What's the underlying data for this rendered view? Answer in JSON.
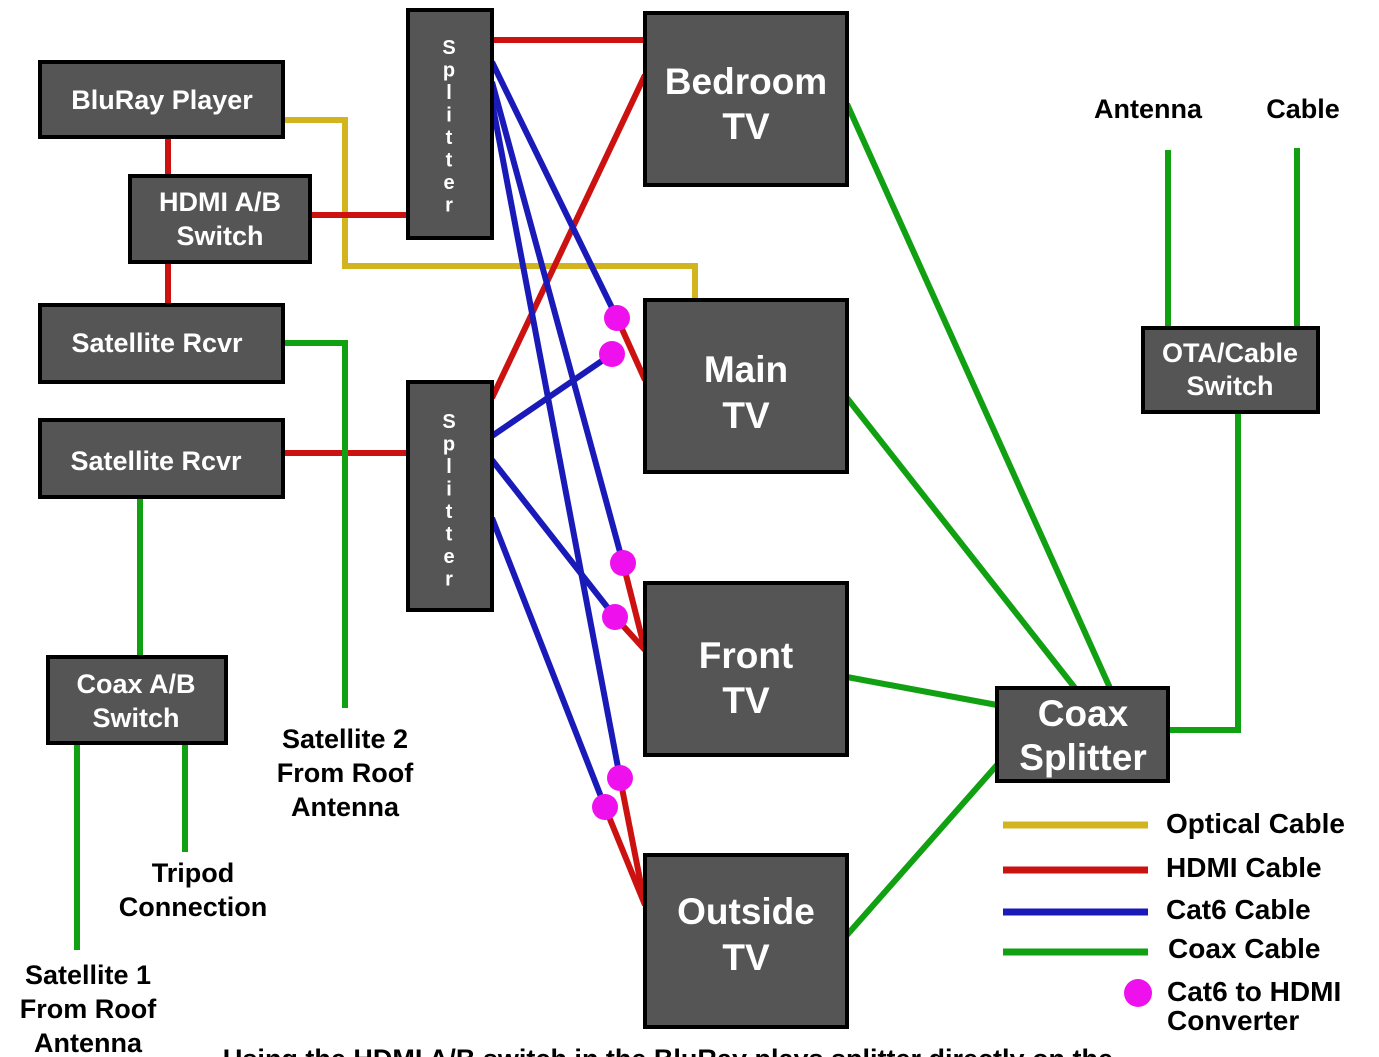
{
  "devices": {
    "bluray": "BluRay Player",
    "hdmi_switch": [
      "HDMI A/B",
      "Switch"
    ],
    "sat_rcvr_1": "Satellite Rcvr",
    "sat_rcvr_2": "Satellite Rcvr",
    "coax_switch": [
      "Coax A/B",
      "Switch"
    ],
    "splitter_letters": [
      "S",
      "p",
      "l",
      "i",
      "t",
      "t",
      "e",
      "r"
    ],
    "bedroom_tv": [
      "Bedroom",
      "TV"
    ],
    "main_tv": [
      "Main",
      "TV"
    ],
    "front_tv": [
      "Front",
      "TV"
    ],
    "outside_tv": [
      "Outside",
      "TV"
    ],
    "coax_splitter": [
      "Coax",
      "Splitter"
    ],
    "ota_switch": [
      "OTA/Cable",
      "Switch"
    ]
  },
  "labels": {
    "antenna": "Antenna",
    "cable": "Cable",
    "satellite2": [
      "Satellite 2",
      "From Roof",
      "Antenna"
    ],
    "tripod": [
      "Tripod",
      "Connection"
    ],
    "satellite1": [
      "Satellite 1",
      "From Roof",
      "Antenna"
    ],
    "footnote": "Using the HDMI A/B switch in the BluRay plays splitter directly on the"
  },
  "legend": [
    {
      "label": "Optical Cable",
      "color": "#d2b41e",
      "kind": "line"
    },
    {
      "label": "HDMI Cable",
      "color": "#cc1111",
      "kind": "line"
    },
    {
      "label": "Cat6 Cable",
      "color": "#1a1ab8",
      "kind": "line"
    },
    {
      "label": "Coax Cable",
      "color": "#11a011",
      "kind": "line"
    },
    {
      "label": [
        "Cat6 to HDMI",
        "Converter"
      ],
      "color": "#ee11ee",
      "kind": "dot"
    }
  ]
}
